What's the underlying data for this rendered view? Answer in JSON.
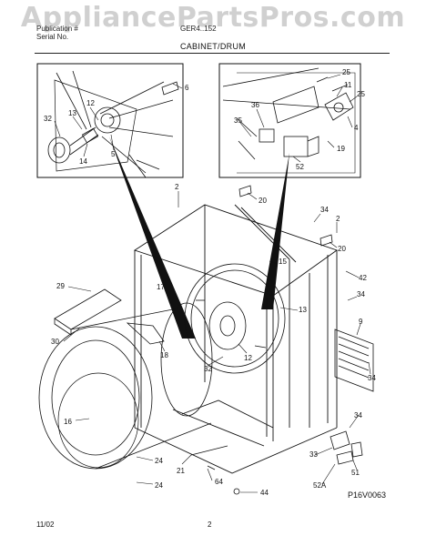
{
  "watermark": "AppliancePartsPros.com",
  "header": {
    "line1": "Publication #",
    "line2": "Serial No.",
    "model": "GER4..152",
    "section": "CABINET/DRUM"
  },
  "footer": {
    "date": "11/02",
    "page": "2",
    "diagram_code": "P16V0063"
  },
  "callouts": {
    "c6": "6",
    "c12": "12",
    "c13a": "13",
    "c32a": "32",
    "c14": "14",
    "c5": "5",
    "c25a": "25",
    "c11": "11",
    "c25b": "25",
    "c36": "36",
    "c35": "35",
    "c4": "4",
    "c52": "52",
    "c19": "19",
    "c2a": "2",
    "c20a": "20",
    "c34a": "34",
    "c2b": "2",
    "c20b": "20",
    "c15": "15",
    "c17": "17",
    "c42": "42",
    "c29": "29",
    "c34b": "34",
    "c13b": "13",
    "c9": "9",
    "c30": "30",
    "c18": "18",
    "c12b": "12",
    "c32b": "32",
    "c34c": "34",
    "c16": "16",
    "c34d": "34",
    "c24a": "24",
    "c21": "21",
    "c64": "64",
    "c33": "33",
    "c51": "51",
    "c24b": "24",
    "c52a": "52A",
    "c44": "44"
  }
}
